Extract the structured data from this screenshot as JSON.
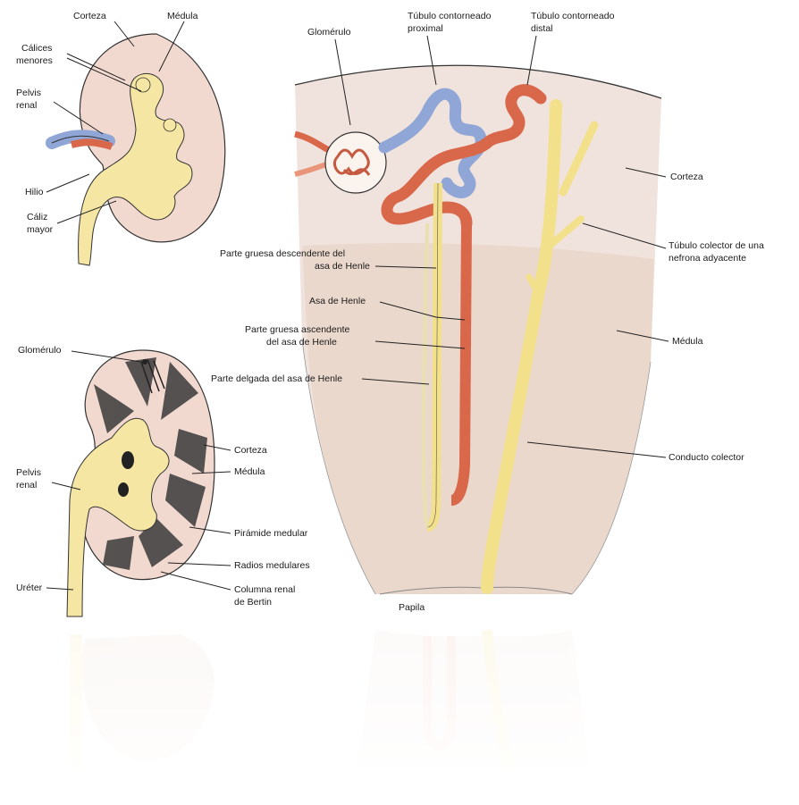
{
  "top_kidney": {
    "corteza": "Corteza",
    "medula": "Médula",
    "calices_menores": [
      "Cálices",
      "menores"
    ],
    "pelvis_renal": [
      "Pelvis",
      "renal"
    ],
    "hilio": "Hilio",
    "caliz_mayor": [
      "Cáliz",
      "mayor"
    ]
  },
  "nephron": {
    "glomerulo": "Glomérulo",
    "tubulo_proximal": [
      "Túbulo contorneado",
      "proximal"
    ],
    "tubulo_distal": [
      "Túbulo contorneado",
      "distal"
    ],
    "corteza": "Corteza",
    "tubulo_colector": [
      "Túbulo colector de una",
      "nefrona adyacente"
    ],
    "gruesa_descendente": [
      "Parte gruesa descendente del",
      "asa de Henle"
    ],
    "asa_henle": "Asa de Henle",
    "gruesa_ascendente": [
      "Parte gruesa ascendente",
      "del asa de Henle"
    ],
    "delgada": "Parte delgada del asa de Henle",
    "medula": "Médula",
    "conducto_colector": "Conducto colector",
    "papila": "Papila"
  },
  "bottom_kidney": {
    "glomerulo": "Glomérulo",
    "corteza": "Corteza",
    "medula": "Médula",
    "pelvis_renal": [
      "Pelvis",
      "renal"
    ],
    "piramide_medular": "Pirámide medular",
    "radios_medulares": "Radios medulares",
    "columna_renal": [
      "Columna renal",
      "de Bertin"
    ],
    "ureter": "Uréter"
  },
  "colors": {
    "cortex": "#f2d9d0",
    "pelvis": "#f5e6a3",
    "artery": "#d9674a",
    "vein": "#8fa6d6",
    "collecting": "#f3e08a",
    "medulla_bg": "#e8d5c8"
  }
}
